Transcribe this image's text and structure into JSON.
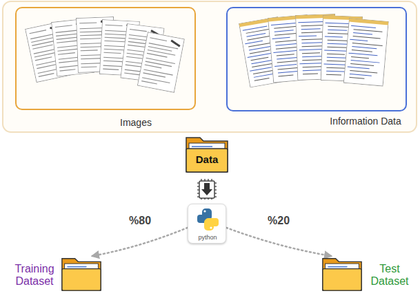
{
  "diagram": {
    "nodes": [
      {
        "text": [
          "Images"
        ]
      },
      {
        "text": [
          "Information Data"
        ]
      },
      {
        "text": [
          "Data"
        ]
      },
      {
        "text": [
          "python"
        ]
      },
      {
        "text": [
          "Training Dataset"
        ]
      },
      {
        "text": [
          "Test Dataset"
        ]
      }
    ],
    "edges": [
      {
        "from": 3,
        "to": 4,
        "label": "%80",
        "arrow": "to"
      },
      {
        "from": 3,
        "to": 5,
        "label": "%20",
        "arrow": "to"
      }
    ]
  }
}
